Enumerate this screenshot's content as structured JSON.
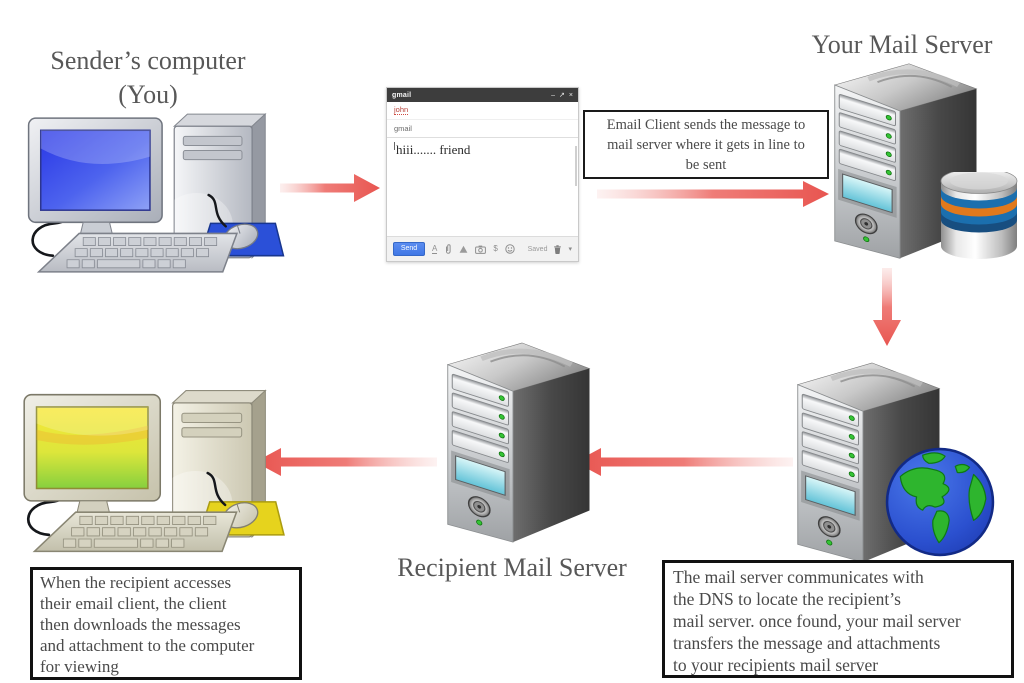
{
  "labels": {
    "sender_computer": [
      "Sender’s computer",
      "(You)"
    ],
    "your_mail_server": "Your Mail Server",
    "recipient_mail_server": "Recipient Mail Server"
  },
  "notes": {
    "client_sends": [
      "Email Client sends the message to",
      "mail server where it gets in line to",
      "be sent"
    ],
    "dns_lookup": [
      "The mail server communicates with",
      "the DNS to locate the recipient’s",
      "mail server. once found, your mail server",
      "transfers the message and attachments",
      "to your recipients mail server"
    ],
    "recipient_download": [
      "When the recipient accesses",
      "their email client, the client",
      "then downloads the messages",
      "and attachment to the computer",
      "for viewing"
    ]
  },
  "email_window": {
    "title": "gmail",
    "window_controls": {
      "minimize": "–",
      "maximize": "↗",
      "close": "×"
    },
    "to_value": "john",
    "subject_value": "gmail",
    "body_text": "hiii....... friend",
    "toolbar": {
      "send_label": "Send",
      "saved_label": "Saved"
    },
    "icon_glyphs": {
      "format": "A",
      "link": "$",
      "caret": "▾"
    },
    "icons": [
      "format-icon",
      "attach-icon",
      "drive-icon",
      "photo-icon",
      "link-icon",
      "emoji-icon",
      "trash-icon",
      "more-options-icon"
    ]
  },
  "colors": {
    "arrow": "#ec6560",
    "title_text": "#585858",
    "note_text": "#4a4a4a",
    "note_border": "#1a1a1a",
    "send_button": "#4d82ea",
    "server_led": "#35c435",
    "globe_land": "#2eb52e",
    "globe_ocean": "#2b50cf"
  }
}
